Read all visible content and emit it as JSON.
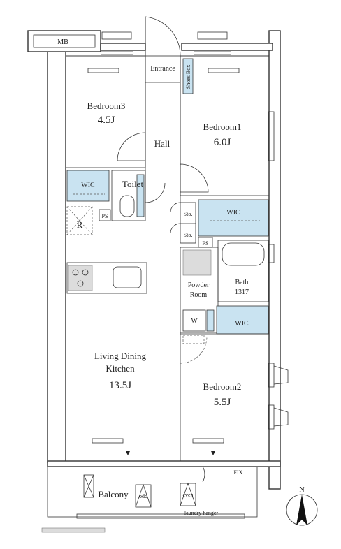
{
  "rooms": {
    "mb": "MB",
    "entrance": "Entrance",
    "shoes_box": "Shoes Box",
    "bedroom3": "Bedroom3",
    "bedroom3_size": "4.5J",
    "bedroom1": "Bedroom1",
    "bedroom1_size": "6.0J",
    "hall": "Hall",
    "wic_left": "WIC",
    "toilet": "Toilet",
    "ps_left": "PS",
    "refrigerator": "R",
    "sto_top": "Sto.",
    "sto_bottom": "Sto.",
    "wic_mid": "WIC",
    "ps_right": "PS",
    "powder_room_1": "Powder",
    "powder_room_2": "Room",
    "washer": "W",
    "bath": "Bath",
    "bath_size": "1317",
    "wic_bottom": "WIC",
    "ldk_1": "Living Dining",
    "ldk_2": "Kitchen",
    "ldk_size": "13.5J",
    "bedroom2": "Bedroom2",
    "bedroom2_size": "5.5J",
    "balcony": "Balcony",
    "odd": "odd",
    "even": "even",
    "laundry_hanger": "laundry hanger",
    "fix": "FIX",
    "north": "N"
  },
  "colors": {
    "accent": "#c9e3f1",
    "wall": "#333333"
  }
}
